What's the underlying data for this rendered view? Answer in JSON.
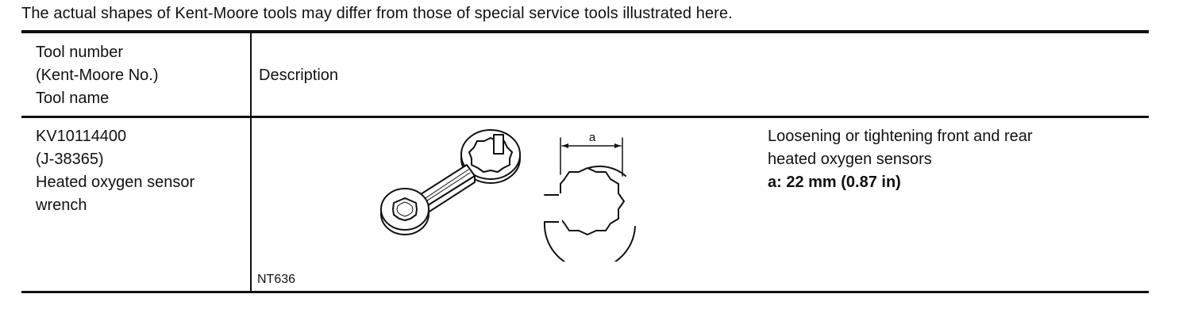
{
  "note": "The actual shapes of Kent-Moore tools may differ from those of special service tools illustrated here.",
  "header": {
    "tool_col_lines": [
      "Tool number",
      "(Kent-Moore No.)",
      "Tool name"
    ],
    "desc_col": "Description"
  },
  "rows": [
    {
      "tool_number": "KV10114400",
      "kent_moore_no": "(J-38365)",
      "tool_name_lines": [
        "Heated oxygen sensor",
        "wrench"
      ],
      "description_lines": [
        "Loosening or tightening front and rear",
        "heated oxygen sensors"
      ],
      "spec": "a: 22 mm (0.87 in)",
      "illustration_label": "a",
      "figure_code": "NT636"
    }
  ]
}
